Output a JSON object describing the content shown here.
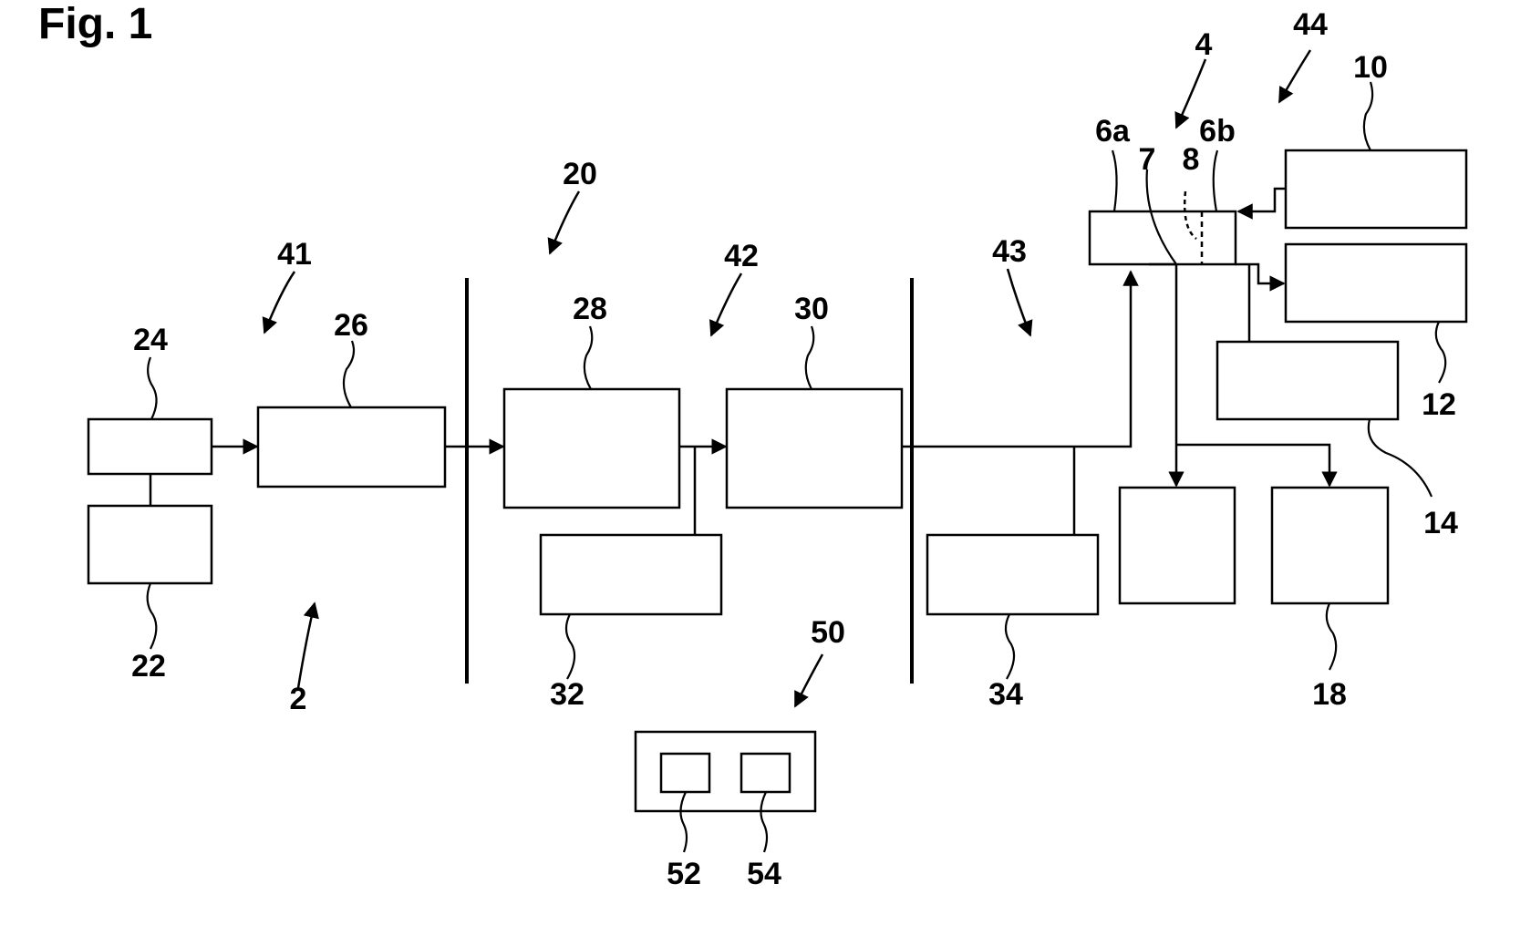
{
  "figure_title": "Fig. 1",
  "labels": {
    "l2": "2",
    "l4": "4",
    "l6a": "6a",
    "l6b": "6b",
    "l7": "7",
    "l8": "8",
    "l10": "10",
    "l12": "12",
    "l14": "14",
    "l18": "18",
    "l20": "20",
    "l22": "22",
    "l24": "24",
    "l26": "26",
    "l28": "28",
    "l30": "30",
    "l32": "32",
    "l34": "34",
    "l41": "41",
    "l42": "42",
    "l43": "43",
    "l44": "44",
    "l50": "50",
    "l52": "52",
    "l54": "54"
  }
}
